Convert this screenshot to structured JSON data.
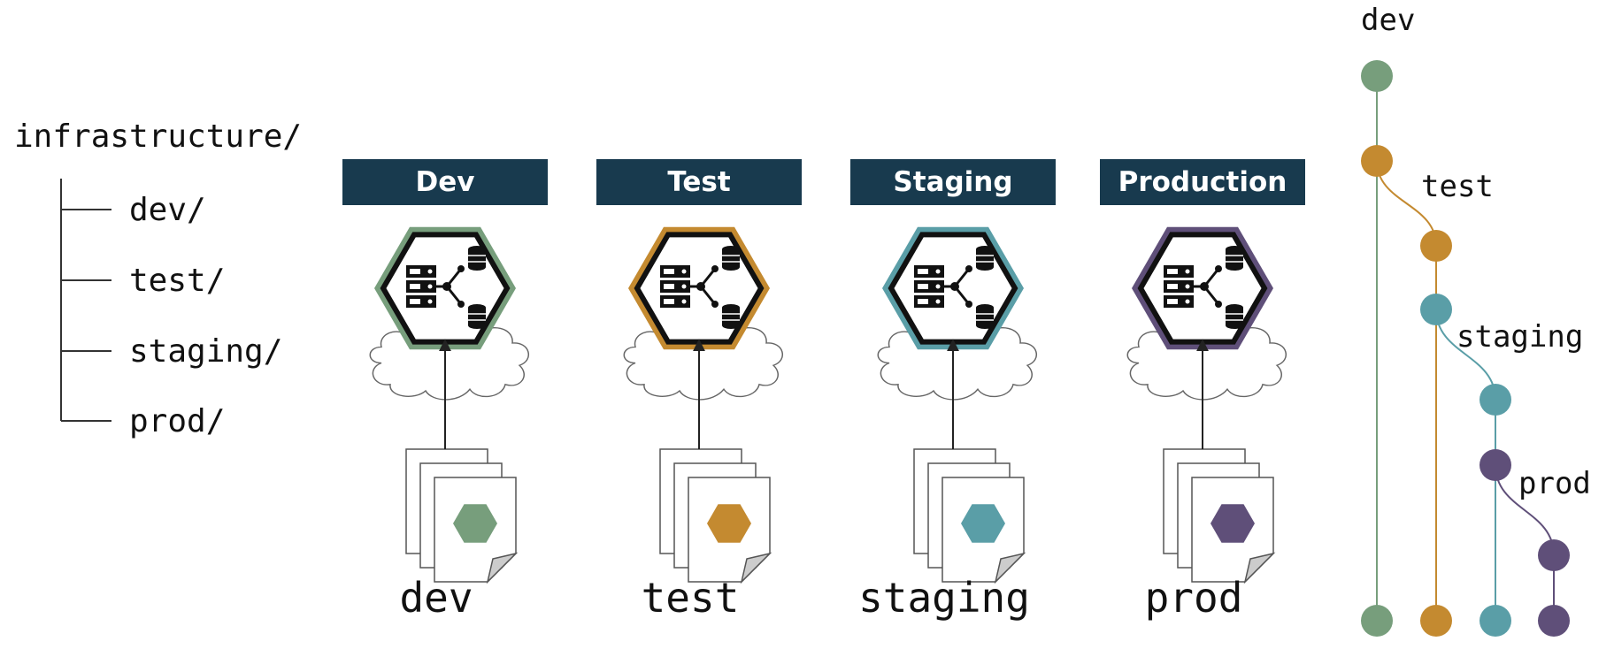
{
  "colors": {
    "header_bg": "#183a4e",
    "dev": "#779e7c",
    "test": "#c48a30",
    "staging": "#5a9ea7",
    "prod": "#5f4f79",
    "line": "#333333",
    "cloud": "#666666"
  },
  "folder_tree": {
    "root": "infrastructure/",
    "children": [
      "dev/",
      "test/",
      "staging/",
      "prod/"
    ]
  },
  "environments": [
    {
      "header": "Dev",
      "label": "dev",
      "color_key": "dev",
      "icon": "server-database-hexagon-icon",
      "doc_icon": "config-files-icon"
    },
    {
      "header": "Test",
      "label": "test",
      "color_key": "test",
      "icon": "server-database-hexagon-icon",
      "doc_icon": "config-files-icon"
    },
    {
      "header": "Staging",
      "label": "staging",
      "color_key": "staging",
      "icon": "server-database-hexagon-icon",
      "doc_icon": "config-files-icon"
    },
    {
      "header": "Production",
      "label": "prod",
      "color_key": "prod",
      "icon": "server-database-hexagon-icon",
      "doc_icon": "config-files-icon"
    }
  ],
  "branches": {
    "labels": [
      "dev",
      "test",
      "staging",
      "prod"
    ]
  }
}
